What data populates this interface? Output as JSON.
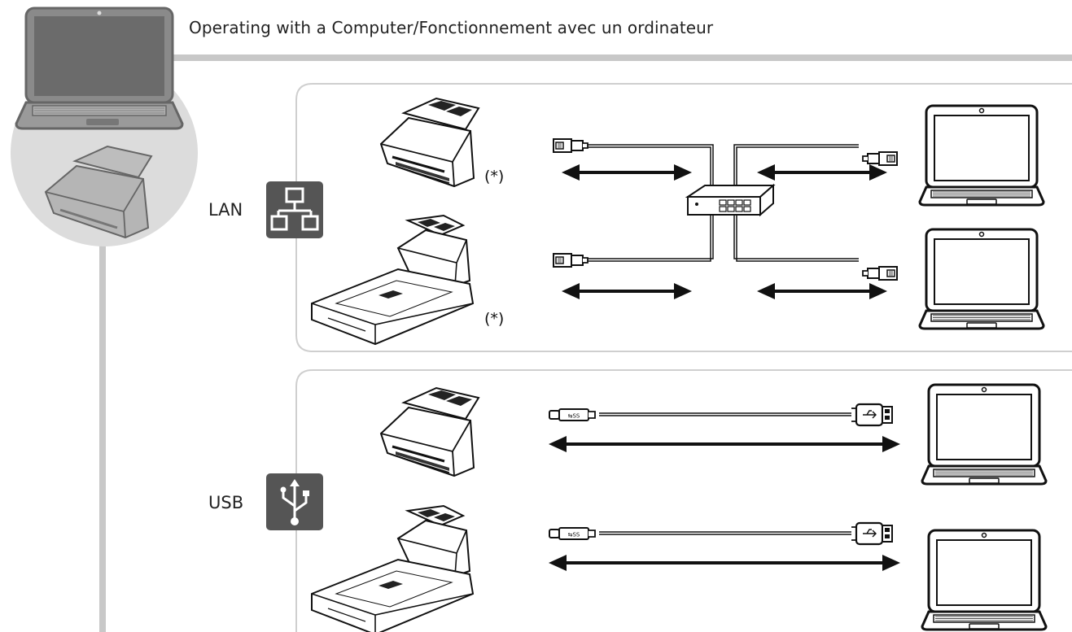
{
  "header": {
    "title": "Operating with a Computer/Fonctionnement avec un ordinateur"
  },
  "sections": {
    "lan": {
      "label": "LAN",
      "note_top": "(*)",
      "note_bottom": "(*)"
    },
    "usb": {
      "label": "USB"
    }
  },
  "colors": {
    "gray_bar": "#c8c8c8",
    "icon_tile": "#555555",
    "panel_border": "#cfcfcf",
    "circle": "#dcdcdc"
  },
  "icons": {
    "lan": "network-icon",
    "usb": "usb-icon"
  }
}
